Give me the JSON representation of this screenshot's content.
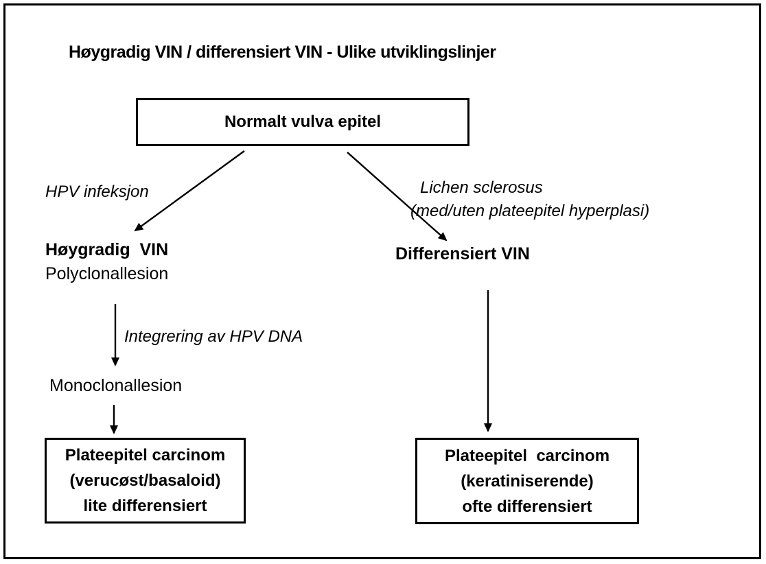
{
  "diagram": {
    "title": "Høygradig VIN / differensiert VIN - Ulike utviklingslinjer",
    "nodes": {
      "normal_epithelium": {
        "label": "Normalt vulva epitel"
      },
      "hoygradig_vin": {
        "line1": "Høygradig  VIN",
        "line2": "Polyclonallesion"
      },
      "differensiert_vin": {
        "label": "Differensiert VIN"
      },
      "monoclonal": {
        "label": "Monoclonallesion"
      },
      "carcinoma_left": {
        "lines": [
          "Plateepitel carcinom",
          "(verucøst/basaloid)",
          "lite differensiert"
        ]
      },
      "carcinoma_right": {
        "lines": [
          "Plateepitel  carcinom",
          "(keratiniserende)",
          "ofte differensiert"
        ]
      }
    },
    "edge_labels": {
      "hpv_infection": "HPV infeksjon",
      "lichen_line1": "Lichen sclerosus",
      "lichen_line2": "(med/uten plateepitel hyperplasi)",
      "hpv_integration": "Integrering av HPV DNA"
    },
    "colors": {
      "text": "#000000",
      "border": "#000000",
      "background": "#ffffff"
    }
  }
}
